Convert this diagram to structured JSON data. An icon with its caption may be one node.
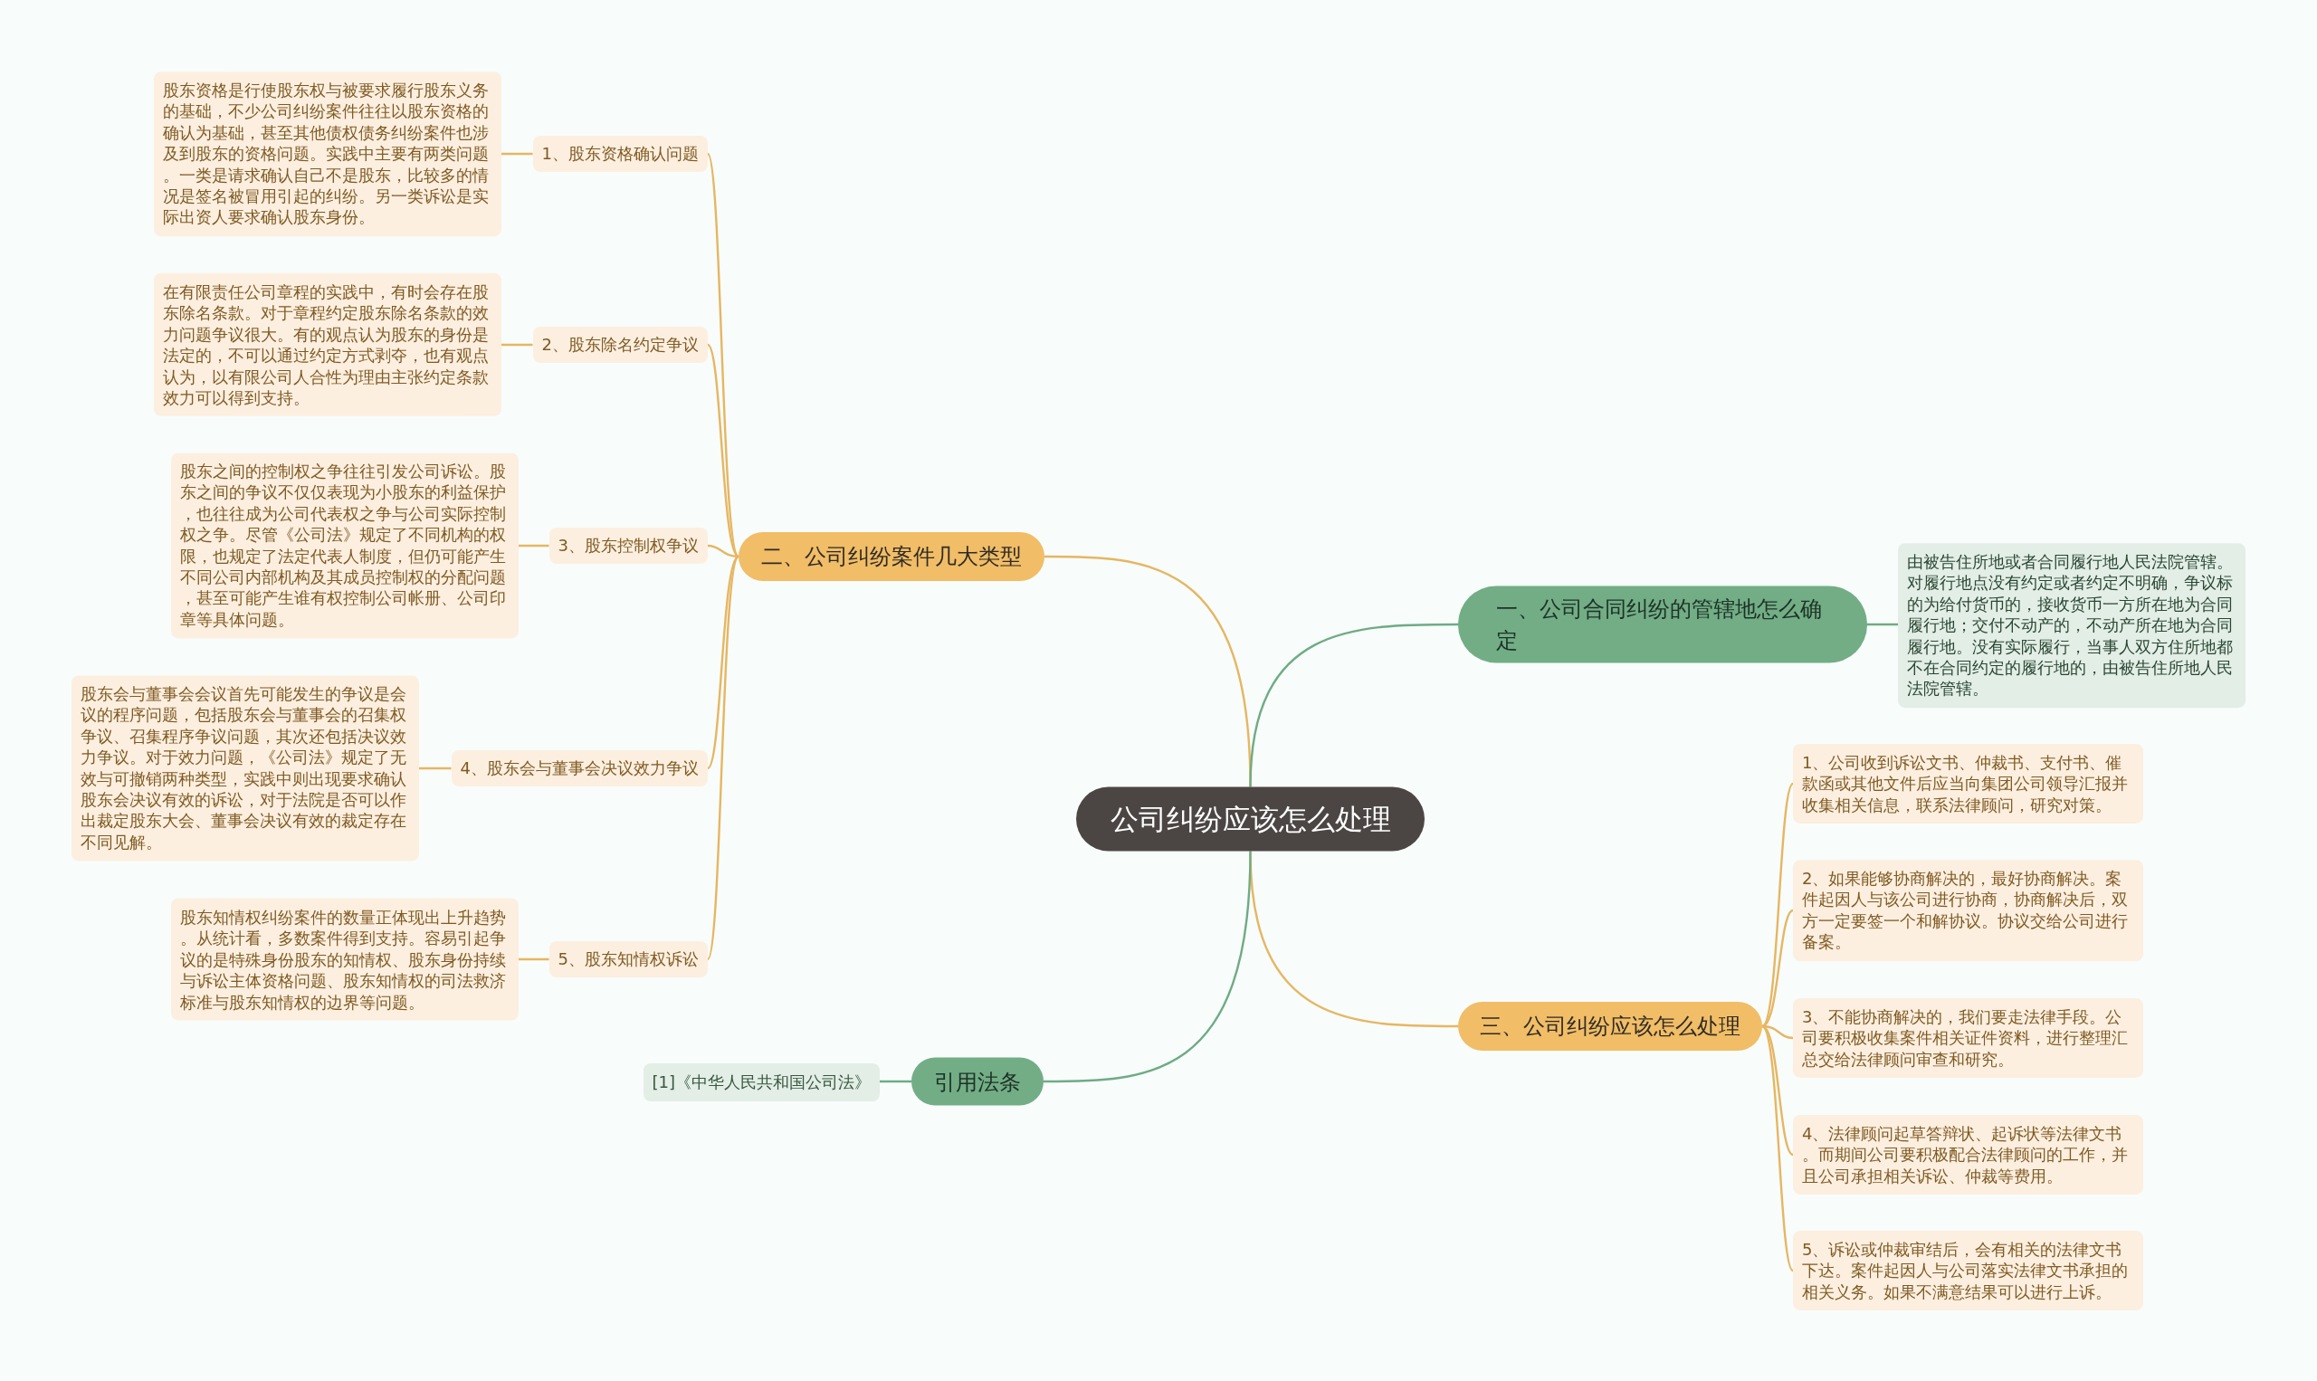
{
  "diagram": {
    "nodes": [
      {
        "text": [
          "公司纠纷应该怎么处理"
        ]
      },
      {
        "text": [
          "二、公司纠纷案件几大类型"
        ]
      },
      {
        "text": [
          "1、股东资格确认问题"
        ]
      },
      {
        "text": [
          "股东资格是行使股东权与被要求履行股东义务的基础，不少公司纠纷案件往往以股东资格的确认为基础，甚至其他债权债务纠纷案件也涉及到股东的资格问题。实践中主要有两类问题。一类是请求确认自己不是股东，比较多的情况是签名被冒用引起的纠纷。另一类诉讼是实际出资人要求确认股东身份。"
        ]
      },
      {
        "text": [
          "2、股东除名约定争议"
        ]
      },
      {
        "text": [
          "在有限责任公司章程的实践中，有时会存在股东除名条款。对于章程约定股东除名条款的效力问题争议很大。有的观点认为股东的身份是法定的，不可以通过约定方式剥夺，也有观点认为，以有限公司人合性为理由主张约定条款效力可以得到支持。"
        ]
      },
      {
        "text": [
          "3、股东控制权争议"
        ]
      },
      {
        "text": [
          "股东之间的控制权之争往往引发公司诉讼。股东之间的争议不仅仅表现为小股东的利益保护，也往往成为公司代表权之争与公司实际控制权之争。尽管《公司法》规定了不同机构的权限，也规定了法定代表人制度，但仍可能产生不同公司内部机构及其成员控制权的分配问题，甚至可能产生谁有权控制公司帐册、公司印章等具体问题。"
        ]
      },
      {
        "text": [
          "4、股东会与董事会决议效力争议"
        ]
      },
      {
        "text": [
          "股东会与董事会会议首先可能发生的争议是会议的程序问题，包括股东会与董事会的召集权争议、召集程序争议问题，其次还包括决议效力争议。对于效力问题，《公司法》规定了无效与可撤销两种类型，实践中则出现要求确认股东会决议有效的诉讼，对于法院是否可以作出裁定股东大会、董事会决议有效的裁定存在不同见解。"
        ]
      },
      {
        "text": [
          "5、股东知情权诉讼"
        ]
      },
      {
        "text": [
          "股东知情权纠纷案件的数量正体现出上升趋势。从统计看，多数案件得到支持。容易引起争议的是特殊身份股东的知情权、股东身份持续与诉讼主体资格问题、股东知情权的司法救济标准与股东知情权的边界等问题。"
        ]
      },
      {
        "text": [
          "一、公司合同纠纷的管辖地怎么确定"
        ]
      },
      {
        "text": [
          "由被告住所地或者合同履行地人民法院管辖。对履行地点没有约定或者约定不明确，争议标的为给付货币的，接收货币一方所在地为合同履行地；交付不动产的，不动产所在地为合同履行地。没有实际履行，当事人双方住所地都不在合同约定的履行地的，由被告住所地人民法院管辖。"
        ]
      },
      {
        "text": [
          "三、公司纠纷应该怎么处理"
        ]
      },
      {
        "text": [
          "1、公司收到诉讼文书、仲裁书、支付书、催款函或其他文件后应当向集团公司领导汇报并收集相关信息，联系法律顾问，研究对策。"
        ]
      },
      {
        "text": [
          "2、如果能够协商解决的，最好协商解决。案件起因人与该公司进行协商，协商解决后，双方一定要签一个和解协议。协议交给公司进行备案。"
        ]
      },
      {
        "text": [
          "3、不能协商解决的，我们要走法律手段。公司要积极收集案件相关证件资料，进行整理汇总交给法律顾问审查和研究。"
        ]
      },
      {
        "text": [
          "4、法律顾问起草答辩状、起诉状等法律文书。而期间公司要积极配合法律顾问的工作，并且公司承担相关诉讼、仲裁等费用。"
        ]
      },
      {
        "text": [
          "5、诉讼或仲裁审结后，会有相关的法律文书下达。案件起因人与公司落实法律文书承担的相关义务。如果不满意结果可以进行上诉。"
        ]
      },
      {
        "text": [
          "引用法条"
        ]
      },
      {
        "text": [
          "[1]《中华人民共和国公司法》"
        ]
      }
    ],
    "edges": [
      {
        "from": 0,
        "to": 1,
        "arrow": "none"
      },
      {
        "from": 1,
        "to": 2,
        "arrow": "none"
      },
      {
        "from": 2,
        "to": 3,
        "arrow": "none"
      },
      {
        "from": 1,
        "to": 4,
        "arrow": "none"
      },
      {
        "from": 4,
        "to": 5,
        "arrow": "none"
      },
      {
        "from": 1,
        "to": 6,
        "arrow": "none"
      },
      {
        "from": 6,
        "to": 7,
        "arrow": "none"
      },
      {
        "from": 1,
        "to": 8,
        "arrow": "none"
      },
      {
        "from": 8,
        "to": 9,
        "arrow": "none"
      },
      {
        "from": 1,
        "to": 10,
        "arrow": "none"
      },
      {
        "from": 10,
        "to": 11,
        "arrow": "none"
      },
      {
        "from": 0,
        "to": 12,
        "arrow": "none",
        "color": "#6fab84"
      },
      {
        "from": 12,
        "to": 13,
        "arrow": "none",
        "color": "#6fab84"
      },
      {
        "from": 0,
        "to": 14,
        "arrow": "none"
      },
      {
        "from": 14,
        "to": 15,
        "arrow": "none"
      },
      {
        "from": 14,
        "to": 16,
        "arrow": "none"
      },
      {
        "from": 14,
        "to": 17,
        "arrow": "none"
      },
      {
        "from": 14,
        "to": 18,
        "arrow": "none"
      },
      {
        "from": 14,
        "to": 19,
        "arrow": "none"
      },
      {
        "from": 0,
        "to": 20,
        "arrow": "none",
        "color": "#6fab84"
      },
      {
        "from": 20,
        "to": 21,
        "arrow": "none",
        "color": "#6fab84"
      }
    ]
  }
}
